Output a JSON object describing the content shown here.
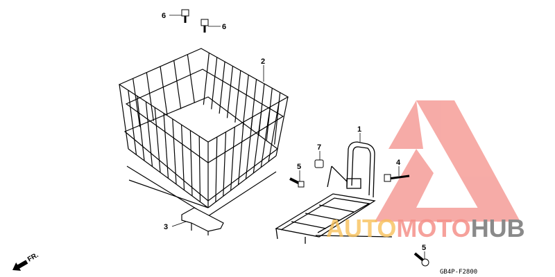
{
  "diagram": {
    "callouts": [
      {
        "label": "6",
        "part": "bolt-top-left"
      },
      {
        "label": "6",
        "part": "bolt-top-right"
      },
      {
        "label": "2",
        "part": "basket"
      },
      {
        "label": "1",
        "part": "carrier-bracket"
      },
      {
        "label": "7",
        "part": "nut"
      },
      {
        "label": "5",
        "part": "bolt-left"
      },
      {
        "label": "4",
        "part": "bolt-right"
      },
      {
        "label": "3",
        "part": "basket-plate"
      },
      {
        "label": "5",
        "part": "bolt-bottom"
      }
    ],
    "direction_label": "FR.",
    "diagram_code": "GB4P-F2800"
  },
  "watermark": {
    "text_part1": "AUTO",
    "text_part2": "MOTO",
    "text_part3": "HUB",
    "colors": {
      "auto": "#f7c15a",
      "moto": "#f4908a",
      "hub": "#8a8a8a",
      "logo": "#f4908a"
    }
  }
}
